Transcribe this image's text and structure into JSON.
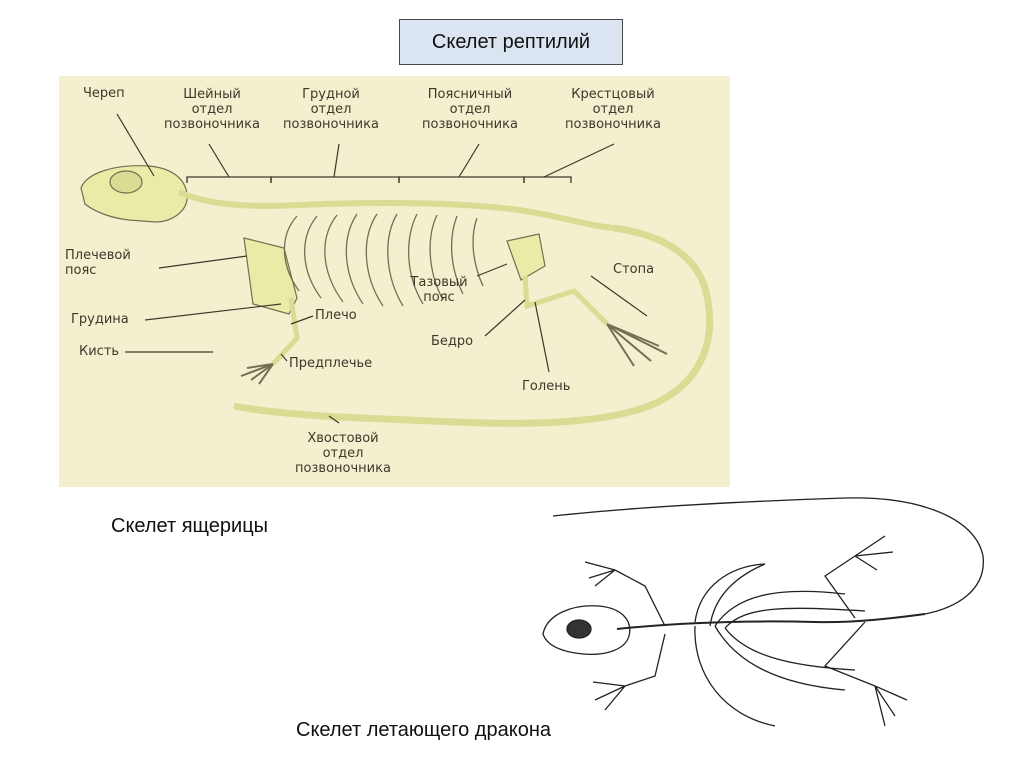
{
  "title": "Скелет рептилий",
  "colors": {
    "panel_bg": "#f4efcf",
    "bone": "#e9eca6",
    "bone_stroke": "#6f7152",
    "title_bg": "#dbe5f1",
    "leader": "#3a3a2a"
  },
  "lizard_diagram": {
    "labels": {
      "skull": "Череп",
      "cervical": "Шейный\nотдел\nпозвоночника",
      "thoracic": "Грудной\nотдел\nпозвоночника",
      "lumbar": "Поясничный\nотдел\nпозвоночника",
      "sacral": "Крестцовый\nотдел\nпозвоночника",
      "shoulder_girdle": "Плечевой\nпояс",
      "sternum": "Грудина",
      "hand": "Кисть",
      "humerus": "Плечо",
      "forearm": "Предплечье",
      "pelvic_girdle": "Тазовый\nпояс",
      "femur": "Бедро",
      "foot": "Стопа",
      "shin": "Голень",
      "caudal": "Хвостовой\nотдел\nпозвоночника"
    }
  },
  "captions": {
    "lizard": "Скелет ящерицы",
    "flying_dragon": "Скелет летающего дракона"
  }
}
